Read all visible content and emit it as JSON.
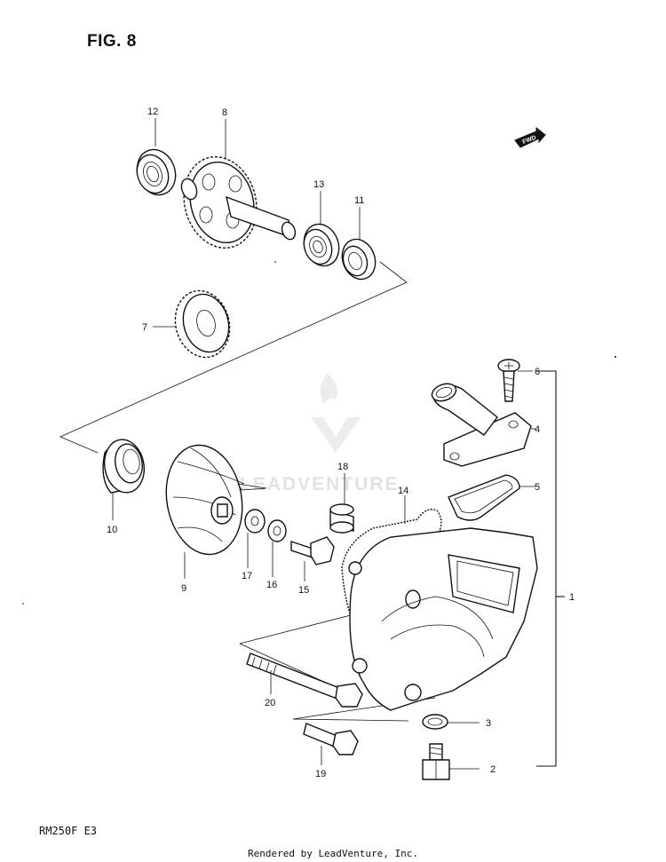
{
  "figure": {
    "title": "FIG. 8",
    "model_code": "RM250F  E3"
  },
  "footer": {
    "text": "Rendered by LeadVenture, Inc."
  },
  "watermark": {
    "text": "LEADVENTURE"
  },
  "direction_badge": {
    "text": "FWD"
  },
  "callouts": [
    {
      "id": "12",
      "label": "12"
    },
    {
      "id": "8",
      "label": "8"
    },
    {
      "id": "13",
      "label": "13"
    },
    {
      "id": "11",
      "label": "11"
    },
    {
      "id": "7",
      "label": "7"
    },
    {
      "id": "6",
      "label": "6"
    },
    {
      "id": "4",
      "label": "4"
    },
    {
      "id": "5",
      "label": "5"
    },
    {
      "id": "18",
      "label": "18"
    },
    {
      "id": "14",
      "label": "14"
    },
    {
      "id": "10",
      "label": "10"
    },
    {
      "id": "9",
      "label": "9"
    },
    {
      "id": "17",
      "label": "17"
    },
    {
      "id": "16",
      "label": "16"
    },
    {
      "id": "15",
      "label": "15"
    },
    {
      "id": "1",
      "label": "1"
    },
    {
      "id": "20",
      "label": "20"
    },
    {
      "id": "3",
      "label": "3"
    },
    {
      "id": "19",
      "label": "19"
    },
    {
      "id": "2",
      "label": "2"
    }
  ]
}
